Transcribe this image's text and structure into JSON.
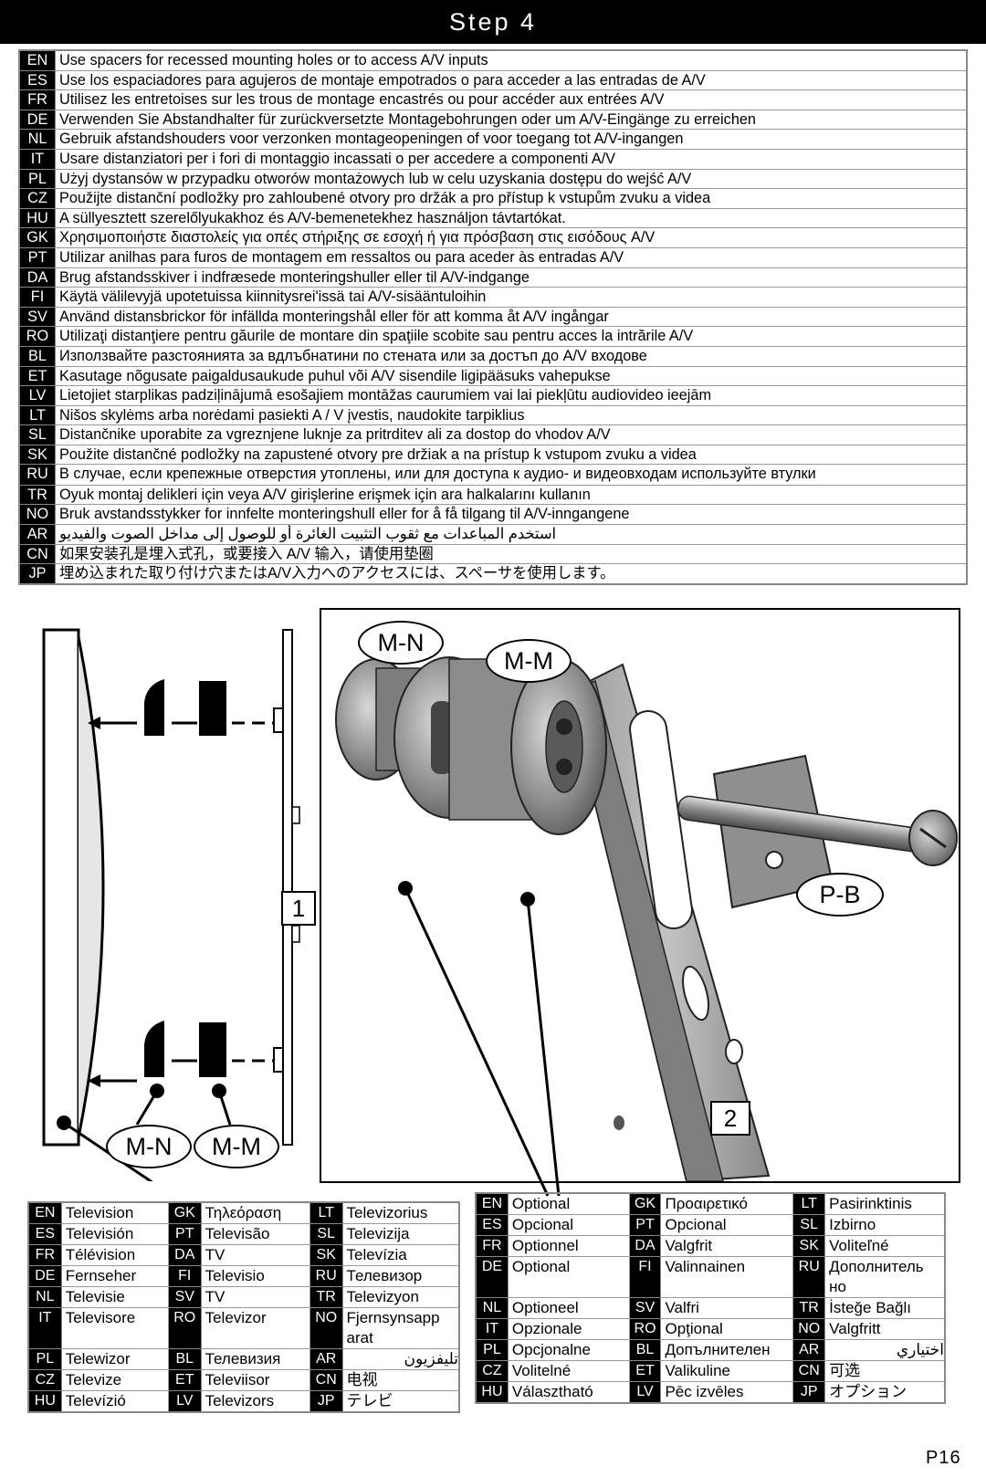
{
  "header": {
    "title": "Step 4"
  },
  "instructions": [
    {
      "code": "EN",
      "text": "Use spacers for recessed mounting holes or to access A/V inputs"
    },
    {
      "code": "ES",
      "text": "Use los espaciadores para agujeros de montaje empotrados o para acceder a las entradas de A/V"
    },
    {
      "code": "FR",
      "text": "Utilisez les entretoises sur les trous de montage encastrés ou pour accéder aux entrées A/V"
    },
    {
      "code": "DE",
      "text": "Verwenden Sie Abstandhalter für zurückversetzte Montagebohrungen oder um A/V-Eingänge zu erreichen"
    },
    {
      "code": "NL",
      "text": "Gebruik afstandshouders voor verzonken montageopeningen of voor toegang tot A/V-ingangen"
    },
    {
      "code": "IT",
      "text": "Usare distanziatori per i fori di montaggio incassati o per accedere a componenti A/V"
    },
    {
      "code": "PL",
      "text": "Użyj dystansów w przypadku otworów montażowych lub w celu uzyskania dostępu do wejść A/V"
    },
    {
      "code": "CZ",
      "text": "Použijte distanční podložky pro zahloubené otvory pro držák a pro přístup k vstupům zvuku a videa"
    },
    {
      "code": "HU",
      "text": "A süllyesztett szerelőlyukakhoz és A/V-bemenetekhez használjon távtartókat."
    },
    {
      "code": "GK",
      "text": "Χρησιμοποιήστε διαστολείς για οπές στήριξης σε εσοχή ή για πρόσβαση στις εισόδους A/V"
    },
    {
      "code": "PT",
      "text": "Utilizar anilhas para furos de montagem em ressaltos ou para aceder às entradas A/V"
    },
    {
      "code": "DA",
      "text": "Brug afstandsskiver i indfræsede monteringshuller eller til A/V-indgange"
    },
    {
      "code": "FI",
      "text": "Käytä välilevyjä upotetuissa kiinnitysrei'issä tai A/V-sisääntuloihin"
    },
    {
      "code": "SV",
      "text": "Använd distansbrickor för infällda monteringshål eller för att komma åt A/V ingångar"
    },
    {
      "code": "RO",
      "text": "Utilizaţi distanţiere pentru găurile de montare din spaţiile scobite sau pentru acces la intrările A/V"
    },
    {
      "code": "BL",
      "text": "Използвайте разстоянията за вдлъбнатини по стената или за достъп до A/V входове"
    },
    {
      "code": "ET",
      "text": "Kasutage nõgusate paigaldusaukude puhul või A/V sisendile ligipääsuks vahepukse"
    },
    {
      "code": "LV",
      "text": "Lietojiet starplikas padziļinājumā esošajiem montāžas caurumiem vai lai piekļūtu audiovideo ieejām"
    },
    {
      "code": "LT",
      "text": "Nišos skylėms arba norėdami pasiekti A / V įvestis, naudokite tarpiklius"
    },
    {
      "code": "SL",
      "text": "Distančnike uporabite za vgreznjene luknje za pritrditev ali za dostop do vhodov A/V"
    },
    {
      "code": "SK",
      "text": "Použite distančné podložky na zapustené otvory pre držiak a na prístup k vstupom zvuku a videa"
    },
    {
      "code": "RU",
      "text": "В случае, если крепежные отверстия утоплены, или для доступа к аудио- и видеовходам используйте втулки"
    },
    {
      "code": "TR",
      "text": "Oyuk montaj delikleri için veya A/V girişlerine erişmek için ara halkalarını kullanın"
    },
    {
      "code": "NO",
      "text": "Bruk avstandsstykker for innfelte monteringshull eller for å få tilgang til A/V-inngangene"
    },
    {
      "code": "AR",
      "text": "استخدم المباعدات مع ثقوب التثبيت الغائرة أو للوصول إلى مداخل الصوت والفيديو"
    },
    {
      "code": "CN",
      "text": "如果安装孔是埋入式孔，或要接入 A/V 输入，请使用垫圈"
    },
    {
      "code": "JP",
      "text": "埋め込まれた取り付け穴またはA/V入力へのアクセスには、スペーサを使用します。"
    }
  ],
  "figure": {
    "left_labels": {
      "mn": "M-N",
      "mm": "M-M",
      "callout_1": "1"
    },
    "right_labels": {
      "mn": "M-N",
      "mm": "M-M",
      "pb": "P-B",
      "callout_2": "2"
    }
  },
  "legend_tv": [
    [
      {
        "code": "EN",
        "text": "Television"
      },
      {
        "code": "GK",
        "text": "Τηλεόραση"
      },
      {
        "code": "LT",
        "text": "Televizorius"
      }
    ],
    [
      {
        "code": "ES",
        "text": "Televisión"
      },
      {
        "code": "PT",
        "text": "Televisão"
      },
      {
        "code": "SL",
        "text": "Televizija"
      }
    ],
    [
      {
        "code": "FR",
        "text": "Télévision"
      },
      {
        "code": "DA",
        "text": "TV"
      },
      {
        "code": "SK",
        "text": "Televízia"
      }
    ],
    [
      {
        "code": "DE",
        "text": "Fernseher"
      },
      {
        "code": "FI",
        "text": "Televisio"
      },
      {
        "code": "RU",
        "text": "Телевизор"
      }
    ],
    [
      {
        "code": "NL",
        "text": "Televisie"
      },
      {
        "code": "SV",
        "text": "TV"
      },
      {
        "code": "TR",
        "text": "Televizyon"
      }
    ],
    [
      {
        "code": "IT",
        "text": "Televisore"
      },
      {
        "code": "RO",
        "text": "Televizor"
      },
      {
        "code": "NO",
        "text": "Fjernsynsapp arat"
      }
    ],
    [
      {
        "code": "PL",
        "text": "Telewizor"
      },
      {
        "code": "BL",
        "text": "Телевизия"
      },
      {
        "code": "AR",
        "text": "تليفزيون"
      }
    ],
    [
      {
        "code": "CZ",
        "text": "Televize"
      },
      {
        "code": "ET",
        "text": "Televiisor"
      },
      {
        "code": "CN",
        "text": "电视"
      }
    ],
    [
      {
        "code": "HU",
        "text": "Televízió"
      },
      {
        "code": "LV",
        "text": "Televizors"
      },
      {
        "code": "JP",
        "text": "テレビ"
      }
    ]
  ],
  "legend_optional": [
    [
      {
        "code": "EN",
        "text": "Optional"
      },
      {
        "code": "GK",
        "text": "Προαιρετικό"
      },
      {
        "code": "LT",
        "text": "Pasirinktinis"
      }
    ],
    [
      {
        "code": "ES",
        "text": "Opcional"
      },
      {
        "code": "PT",
        "text": "Opcional"
      },
      {
        "code": "SL",
        "text": "Izbirno"
      }
    ],
    [
      {
        "code": "FR",
        "text": "Optionnel"
      },
      {
        "code": "DA",
        "text": "Valgfrit"
      },
      {
        "code": "SK",
        "text": "Voliteľné"
      }
    ],
    [
      {
        "code": "DE",
        "text": "Optional"
      },
      {
        "code": "FI",
        "text": "Valinnainen"
      },
      {
        "code": "RU",
        "text": "Дополнитель но"
      }
    ],
    [
      {
        "code": "NL",
        "text": "Optioneel"
      },
      {
        "code": "SV",
        "text": "Valfri"
      },
      {
        "code": "TR",
        "text": "İsteğe Bağlı"
      }
    ],
    [
      {
        "code": "IT",
        "text": "Opzionale"
      },
      {
        "code": "RO",
        "text": "Opţional"
      },
      {
        "code": "NO",
        "text": "Valgfritt"
      }
    ],
    [
      {
        "code": "PL",
        "text": "Opcjonalne"
      },
      {
        "code": "BL",
        "text": "Допълнителен"
      },
      {
        "code": "AR",
        "text": "اختياري"
      }
    ],
    [
      {
        "code": "CZ",
        "text": "Volitelné"
      },
      {
        "code": "ET",
        "text": "Valikuline"
      },
      {
        "code": "CN",
        "text": "可选"
      }
    ],
    [
      {
        "code": "HU",
        "text": "Választható"
      },
      {
        "code": "LV",
        "text": "Pēc izvēles"
      },
      {
        "code": "JP",
        "text": "オプション"
      }
    ]
  ],
  "footer": {
    "page": "P16"
  }
}
